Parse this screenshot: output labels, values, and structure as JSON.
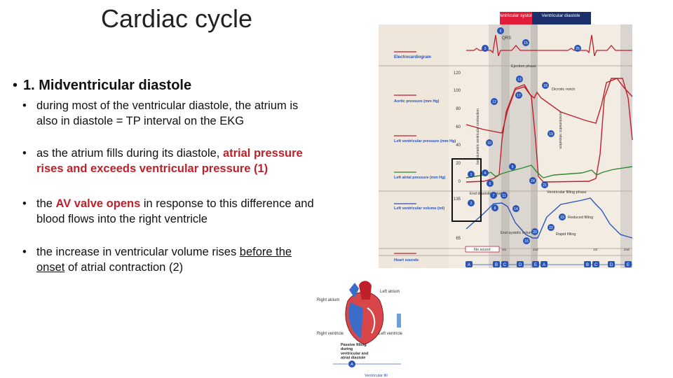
{
  "slide": {
    "title": "Cardiac cycle",
    "heading": "1. Midventricular diastole",
    "bullets": [
      {
        "parts": [
          {
            "text": "during most of the ventricular diastole, the atrium is also in diastole = TP interval on the EKG",
            "style": "normal"
          }
        ]
      },
      {
        "parts": [
          {
            "text": "as the atrium fills during its diastole, ",
            "style": "normal"
          },
          {
            "text": "atrial pressure rises and exceeds ventricular pressure (1)",
            "style": "red-bold"
          }
        ]
      },
      {
        "parts": [
          {
            "text": "the ",
            "style": "normal"
          },
          {
            "text": "AV valve opens",
            "style": "red-bold"
          },
          {
            "text": " in response to this difference and blood flows into the right ventricle",
            "style": "normal"
          }
        ]
      },
      {
        "parts": [
          {
            "text": "the increase in ventricular volume rises ",
            "style": "normal"
          },
          {
            "text": "before the onset",
            "style": "underline"
          },
          {
            "text": " of atrial contraction (2)",
            "style": "normal"
          }
        ]
      }
    ]
  },
  "diagram": {
    "header": {
      "systole": "Ventricular systole",
      "diastole": "Ventricular diastole"
    },
    "row_labels": {
      "ecg": "Electrocardiogram",
      "aortic": "Aortic pressure (mm Hg)",
      "lv_pressure": "Left ventricular pressure (mm Hg)",
      "la_pressure": "Left atrial pressure (mm Hg)",
      "lv_volume": "Left ventricular volume (ml)",
      "sounds": "Heart sounds"
    },
    "y_ticks": [
      "120",
      "100",
      "80",
      "60",
      "40",
      "20",
      "0",
      "135",
      "65"
    ],
    "annotations": {
      "qrs": "QRS",
      "ejection": "Ejection phase",
      "dicrotic": "Dicrotic notch",
      "isovol_contraction": "Isovolumetric ventricular contraction",
      "isovol_relaxation": "Isovolumetric relaxation",
      "end_diastolic": "End diastolic volume",
      "end_systolic": "End systolic volume",
      "filling_phase": "Ventricular filling phase",
      "reduced_filling": "Reduced filling",
      "rapid_filling": "Rapid filling",
      "no_sound": "No sound",
      "s1": "1st",
      "s2": "2nd"
    },
    "markers": [
      "1",
      "2",
      "3",
      "4",
      "5",
      "6",
      "7",
      "8",
      "9",
      "10",
      "11",
      "12",
      "13",
      "14",
      "15",
      "16",
      "17",
      "18",
      "19",
      "20",
      "21",
      "22",
      "23",
      "24",
      "25"
    ],
    "phase_letters": [
      "A",
      "B",
      "C",
      "D",
      "E",
      "A",
      "B",
      "C",
      "D",
      "E"
    ],
    "heart": {
      "right_atrium": "Right atrium",
      "left_atrium": "Left atrium",
      "right_ventricle": "Right ventricle",
      "left_ventricle": "Left ventricle",
      "caption": "Passive filling during ventricular and atrial diastole",
      "caption_letter": "A",
      "bottom": "Ventricular fill"
    }
  },
  "colors": {
    "red": "#c0202a",
    "green": "#2d8a2d",
    "blue": "#2a55b8",
    "marker": "#2a55b8",
    "systole_header": "#e01e3c",
    "diastole_header": "#1a2f6b"
  }
}
